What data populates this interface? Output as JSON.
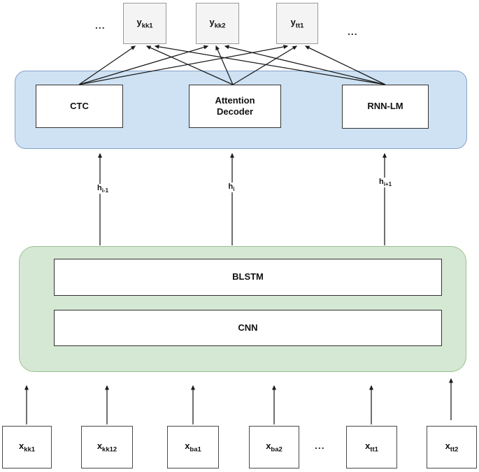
{
  "diagram": {
    "outputs": [
      {
        "base": "y",
        "sub": "kk1"
      },
      {
        "base": "y",
        "sub": "kk2"
      },
      {
        "base": "y",
        "sub": "tt1"
      }
    ],
    "ellipses": {
      "top_left": "...",
      "top_right": "...",
      "bottom": "..."
    },
    "decoder": {
      "modules": [
        {
          "label": "CTC"
        },
        {
          "label": "Attention Decoder"
        },
        {
          "label": "RNN-LM"
        }
      ]
    },
    "hidden_states": [
      {
        "base": "h",
        "sub": "i-1"
      },
      {
        "base": "h",
        "sub": "i"
      },
      {
        "base": "h",
        "sub": "i+1"
      }
    ],
    "encoder": {
      "layers": [
        {
          "label": "BLSTM"
        },
        {
          "label": "CNN"
        }
      ]
    },
    "inputs": [
      {
        "base": "x",
        "sub": "kk1"
      },
      {
        "base": "x",
        "sub": "kk12"
      },
      {
        "base": "x",
        "sub": "ba1"
      },
      {
        "base": "x",
        "sub": "ba2"
      },
      {
        "base": "x",
        "sub": "tt1"
      },
      {
        "base": "x",
        "sub": "tt2"
      }
    ],
    "colors": {
      "decoder_container_fill": "#cfe2f3",
      "decoder_container_stroke": "#85a3c9",
      "encoder_container_fill": "#d5e8d4",
      "encoder_container_stroke": "#9cc18e",
      "arrow": "#1a1a1a"
    },
    "edges": [
      {
        "from": "CTC",
        "to": "y_kk1"
      },
      {
        "from": "CTC",
        "to": "y_kk2"
      },
      {
        "from": "CTC",
        "to": "y_tt1"
      },
      {
        "from": "Attention Decoder",
        "to": "y_kk1"
      },
      {
        "from": "Attention Decoder",
        "to": "y_kk2"
      },
      {
        "from": "Attention Decoder",
        "to": "y_tt1"
      },
      {
        "from": "RNN-LM",
        "to": "y_kk1"
      },
      {
        "from": "RNN-LM",
        "to": "y_kk2"
      },
      {
        "from": "RNN-LM",
        "to": "y_tt1"
      },
      {
        "from": "encoder",
        "to": "decoder",
        "label": "h_i-1"
      },
      {
        "from": "encoder",
        "to": "decoder",
        "label": "h_i"
      },
      {
        "from": "encoder",
        "to": "decoder",
        "label": "h_i+1"
      },
      {
        "from": "x_kk1",
        "to": "encoder"
      },
      {
        "from": "x_kk12",
        "to": "encoder"
      },
      {
        "from": "x_ba1",
        "to": "encoder"
      },
      {
        "from": "x_ba2",
        "to": "encoder"
      },
      {
        "from": "x_tt1",
        "to": "encoder"
      },
      {
        "from": "x_tt2",
        "to": "encoder"
      }
    ]
  }
}
